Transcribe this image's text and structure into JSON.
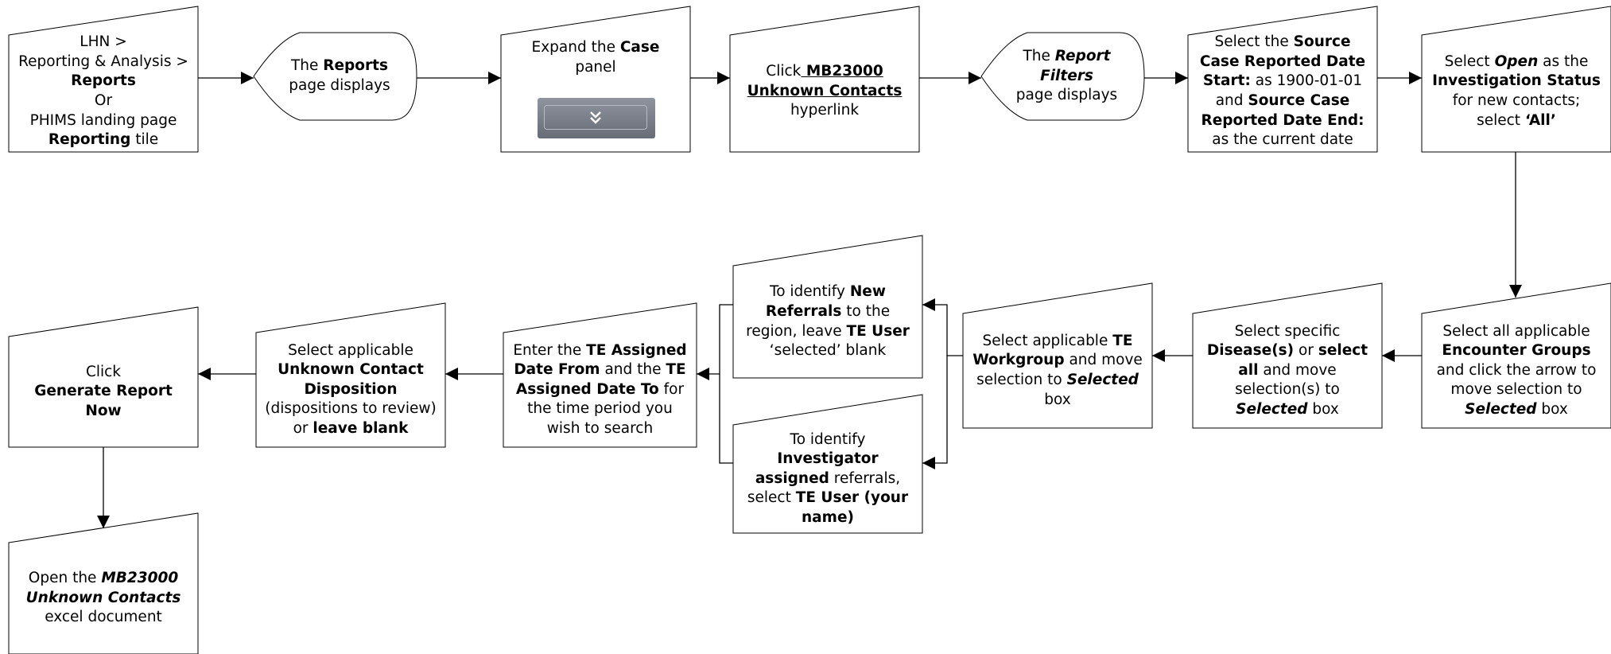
{
  "steps": {
    "s1": {
      "l1": "LHN >",
      "l2": "Reporting & Analysis >",
      "l3": "Reports",
      "l4": "Or",
      "l5": "PHIMS landing page",
      "l6a": "Reporting",
      "l6b": " tile"
    },
    "s2": {
      "a": "The ",
      "b": "Reports",
      "c": "page displays"
    },
    "s3": {
      "a": "Expand the ",
      "b": "Case",
      "c": "panel",
      "button_icon": "chevron-double-down-icon"
    },
    "s4": {
      "a": "Click",
      "b": " MB23000",
      "c": "Unknown Contacts",
      "d": "hyperlink"
    },
    "s5": {
      "a": "The ",
      "b": "Report",
      "c": "Filters",
      "d": "page displays"
    },
    "s6": {
      "a": "Select the ",
      "b": "Source",
      "c": "Case Reported Date",
      "d": "Start:",
      "e": " as 1900-01-01",
      "f": "and ",
      "g": "Source Case",
      "h": "Reported Date End:",
      "i": "as the current date"
    },
    "s7": {
      "a": "Select ",
      "b": "Open",
      "c": " as the",
      "d": "Investigation Status",
      "e": "for new contacts;",
      "f": "select ",
      "g": "‘All’"
    },
    "s8": {
      "a": "Select all applicable",
      "b": "Encounter Groups",
      "c": "and click the arrow to",
      "d": "move selection to",
      "e": "Selected",
      "f": " box"
    },
    "s9": {
      "a": "Select specific",
      "b": "Disease(s)",
      "c": " or ",
      "d": "select",
      "e": "all",
      "f": " and move",
      "g": "selection(s) to",
      "h": "Selected",
      "i": " box"
    },
    "s10": {
      "a": "Select applicable ",
      "b": "TE",
      "c": "Workgroup",
      "d": " and move",
      "e": "selection to ",
      "f": "Selected",
      "g": "box"
    },
    "s11": {
      "a": "To identify ",
      "b": "New",
      "c": "Referrals",
      "d": " to the",
      "e": "region, leave ",
      "f": "TE User",
      "g": "‘selected’ blank"
    },
    "s12": {
      "a": "To identify",
      "b": "Investigator",
      "c": "assigned",
      "d": " referrals,",
      "e": "select ",
      "f": "TE User (your",
      "g": "name)"
    },
    "s13": {
      "a": "Enter the ",
      "b": "TE Assigned",
      "c": "Date From",
      "d": " and the ",
      "e": "TE",
      "f": "Assigned Date To",
      "g": " for",
      "h": "the time period you",
      "i": "wish to search"
    },
    "s14": {
      "a": "Select applicable",
      "b": "Unknown Contact",
      "c": "Disposition",
      "d": "(dispositions to review)",
      "e": "or ",
      "f": "leave blank"
    },
    "s15": {
      "a": "Click",
      "b": "Generate Report",
      "c": "Now"
    },
    "s16": {
      "a": "Open the ",
      "b": "MB23000",
      "c": "Unknown Contacts",
      "d": "excel document"
    }
  }
}
